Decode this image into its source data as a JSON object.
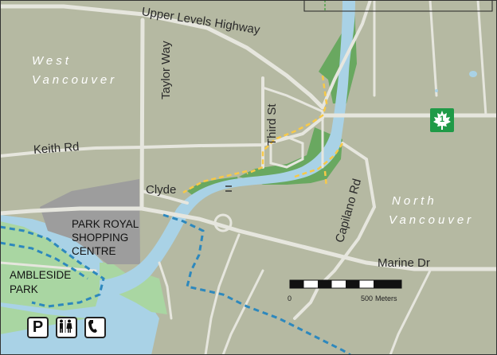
{
  "map": {
    "colors": {
      "land": "#b5b9a2",
      "water": "#a9d2e6",
      "park": "#69a860",
      "park_light": "#a9d6a2",
      "mall": "#9d9d9d",
      "road": "#e6e6de",
      "trail": "#f7c948",
      "boundary": "#2d88bd"
    },
    "roads": {
      "upper_levels": "Upper Levels Highway",
      "taylor_way": "Taylor Way",
      "third_st": "Third St",
      "keith_rd": "Keith Rd",
      "clyde": "Clyde",
      "capilano_rd": "Capilano Rd",
      "marine_dr": "Marine Dr"
    },
    "areas": {
      "west_vancouver": [
        "West",
        "Vancouver"
      ],
      "north_vancouver": [
        "North",
        "Vancouver"
      ]
    },
    "places": {
      "park_royal": [
        "PARK ROYAL",
        "SHOPPING",
        "CENTRE"
      ],
      "ambleside": [
        "AMBLESIDE",
        "PARK"
      ]
    },
    "highway_shield": {
      "number": "1",
      "icon": "maple-leaf-icon"
    },
    "scale": {
      "start": "0",
      "end": "500",
      "unit": "Meters"
    },
    "amenities": [
      {
        "label": "P",
        "icon": "parking-icon"
      },
      {
        "label": "restrooms",
        "icon": "restroom-icon"
      },
      {
        "label": "phone",
        "icon": "phone-icon"
      }
    ]
  }
}
